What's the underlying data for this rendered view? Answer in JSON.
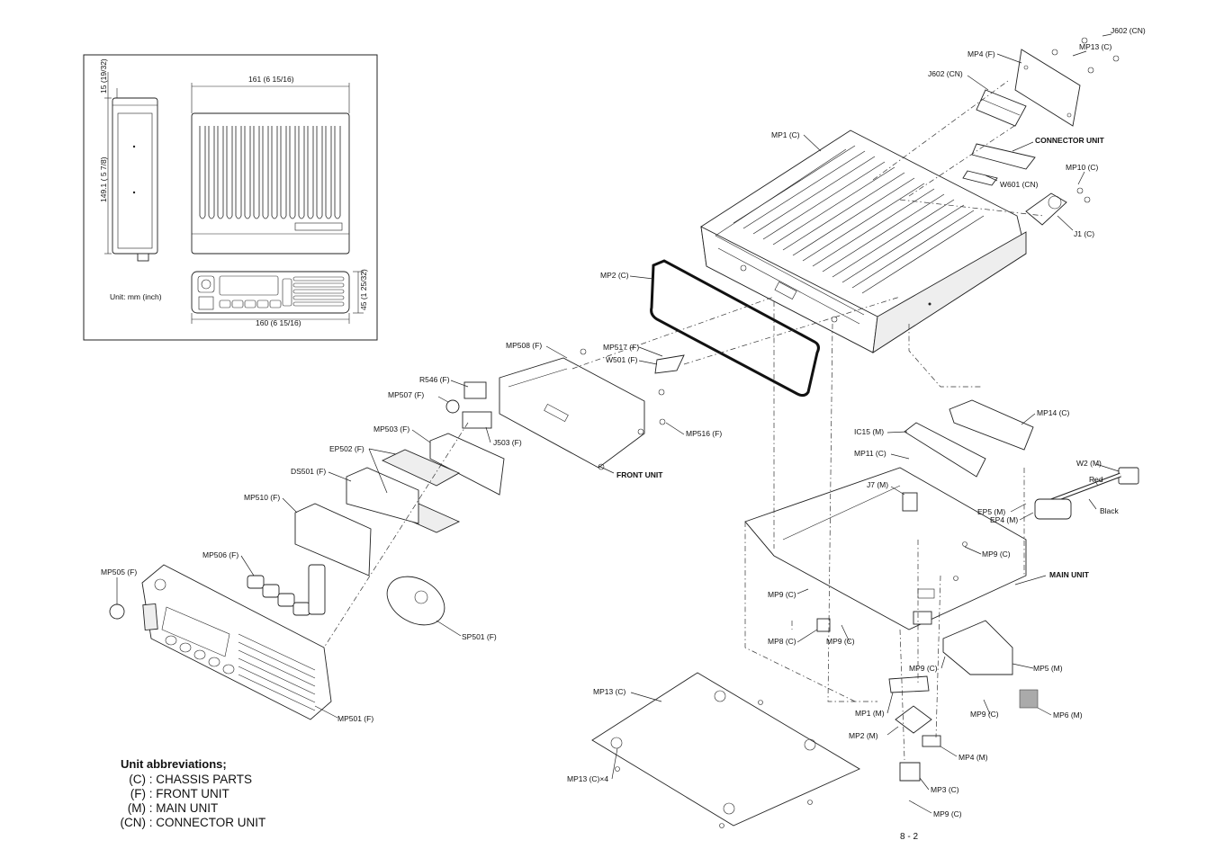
{
  "dimensions": {
    "top_width": "161 (6 15/16)",
    "side_height": "149.1 ( 5 7/8)",
    "side_top": "15 (19/32)",
    "front_width": "160 (6 15/16)",
    "front_height": "45 (1 25/32)",
    "unit_note": "Unit: mm (inch)"
  },
  "labels": {
    "j602_cn_top": "J602 (CN)",
    "mp13_c_top": "MP13 (C)",
    "mp4_f": "MP4 (F)",
    "j602_cn": "J602 (CN)",
    "mp1_c": "MP1 (C)",
    "connector_unit": "CONNECTOR UNIT",
    "mp10_c": "MP10 (C)",
    "w601_cn": "W601 (CN)",
    "j1_c": "J1 (C)",
    "mp2_c": "MP2 (C)",
    "mp508_f": "MP508 (F)",
    "mp517_f": "MP517 (F)",
    "w501_f": "W501 (F)",
    "r546_f": "R546 (F)",
    "mp507_f": "MP507 (F)",
    "mp503_f": "MP503 (F)",
    "j503_f": "J503 (F)",
    "mp516_f": "MP516 (F)",
    "front_unit": "FRONT UNIT",
    "ep502_f": "EP502 (F)",
    "ds501_f": "DS501 (F)",
    "mp510_f": "MP510 (F)",
    "mp506_f": "MP506 (F)",
    "mp505_f": "MP505 (F)",
    "sp501_f": "SP501 (F)",
    "mp501_f": "MP501 (F)",
    "mp14_c": "MP14 (C)",
    "ic15_m": "IC15 (M)",
    "mp11_c": "MP11 (C)",
    "w2_m": "W2 (M)",
    "red": "Red",
    "black": "Black",
    "j7_m": "J7 (M)",
    "ep5_m": "EP5 (M)",
    "ep4_m": "EP4 (M)",
    "mp9_c_right": "MP9 (C)",
    "main_unit": "MAIN UNIT",
    "mp9_c_left": "MP9 (C)",
    "mp9_c_mid": "MP9 (C)",
    "mp8_c": "MP8 (C)",
    "mp9_c_center": "MP9 (C)",
    "mp5_m": "MP5 (M)",
    "mp13_c": "MP13 (C)",
    "mp1_m": "MP1 (M)",
    "mp9_c_lower": "MP9 (C)",
    "mp6_m": "MP6 (M)",
    "mp2_m": "MP2 (M)",
    "mp4_m": "MP4 (M)",
    "mp13_c_x4": "MP13 (C)×4",
    "mp3_c": "MP3 (C)",
    "mp9_c_bottom": "MP9 (C)"
  },
  "legend": {
    "title": "Unit abbreviations;",
    "items": [
      {
        "code": "(C)",
        "text": ": CHASSIS PARTS"
      },
      {
        "code": "(F)",
        "text": ": FRONT UNIT"
      },
      {
        "code": "(M)",
        "text": ": MAIN UNIT"
      },
      {
        "code": "(CN)",
        "text": ": CONNECTOR UNIT"
      }
    ]
  },
  "page_number": "8 - 2"
}
